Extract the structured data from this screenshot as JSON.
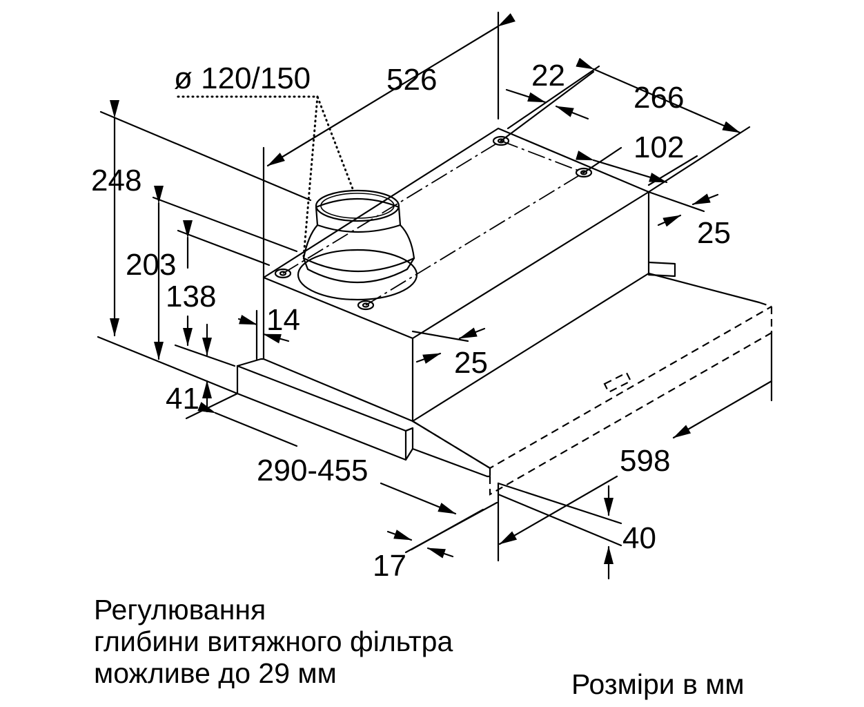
{
  "dimensions": {
    "duct_diameter": "ø 120/150",
    "width_top": "526",
    "offset_22": "22",
    "depth_266": "266",
    "offset_102": "102",
    "offset_25_right": "25",
    "height_248": "248",
    "height_203": "203",
    "height_138": "138",
    "offset_14": "14",
    "offset_25_front": "25",
    "height_41": "41",
    "depth_290_455": "290-455",
    "width_598": "598",
    "height_40": "40",
    "offset_17": "17"
  },
  "notes": {
    "adjustment_line1": "Регулювання",
    "adjustment_line2": "глибини витяжного фільтра",
    "adjustment_line3": "можливе до 29 мм",
    "units": "Розміри в мм"
  }
}
